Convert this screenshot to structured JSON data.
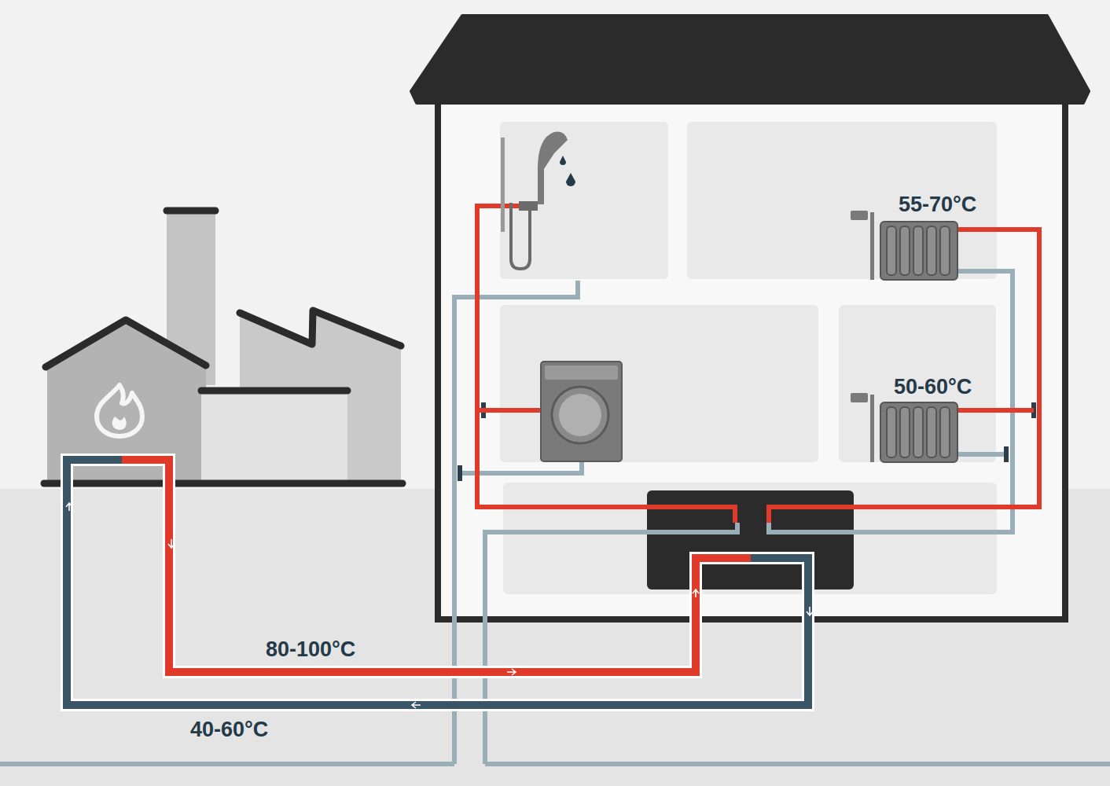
{
  "diagram": {
    "labels": [
      "55-70°C",
      "50-60°C",
      "80-100°C",
      "40-60°C"
    ]
  }
}
